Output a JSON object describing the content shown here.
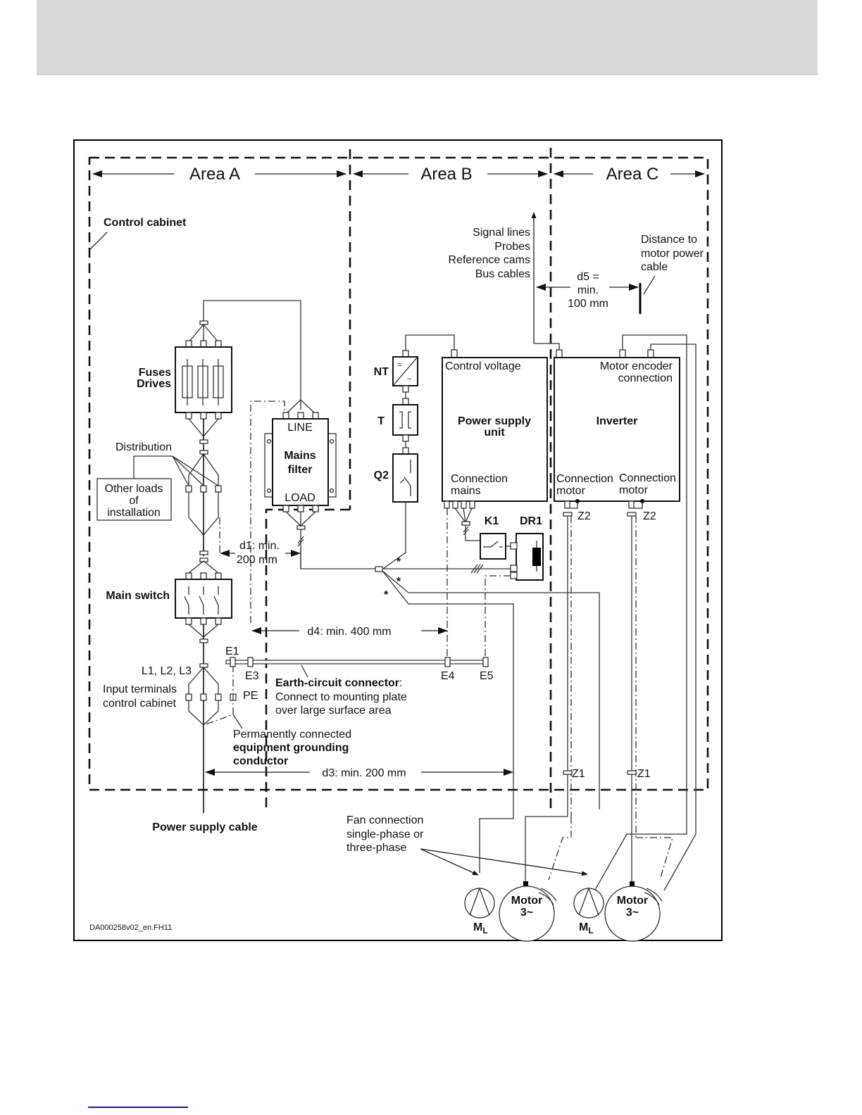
{
  "figure_id": "DA000258v02_en.FH11",
  "areas": {
    "a": "Area A",
    "b": "Area B",
    "c": "Area C"
  },
  "labels": {
    "control_cabinet": "Control cabinet",
    "signal_lines": [
      "Signal lines",
      "Probes",
      "Reference cams",
      "Bus cables"
    ],
    "distance_note": [
      "Distance to",
      "motor power",
      "cable"
    ],
    "d5": [
      "d5 =",
      "min.",
      "100 mm"
    ],
    "fuses": [
      "Fuses",
      "Drives"
    ],
    "distribution": "Distribution",
    "other_loads": [
      "Other loads",
      "of",
      "installation"
    ],
    "mains_filter": [
      "Mains",
      "filter"
    ],
    "line": "LINE",
    "load": "LOAD",
    "nt": "NT",
    "t": "T",
    "q2": "Q2",
    "control_voltage": "Control voltage",
    "power_supply_unit": [
      "Power supply",
      "unit"
    ],
    "connection_mains": [
      "Connection",
      "mains"
    ],
    "inverter": "Inverter",
    "motor_encoder": [
      "Motor encoder",
      "connection"
    ],
    "connection_motor": [
      "Connection",
      "motor"
    ],
    "k1": "K1",
    "dr1": "DR1",
    "z1": "Z1",
    "z2": "Z2",
    "d1": [
      "d1:  min.",
      "200 mm"
    ],
    "main_switch": "Main switch",
    "d4": "d4: min. 400 mm",
    "e1": "E1",
    "e3": "E3",
    "e4": "E4",
    "e5": "E5",
    "pe": "PE",
    "l123": "L1, L2, L3",
    "input_terminals": [
      "Input terminals",
      "control cabinet"
    ],
    "earth_connector_bold": "Earth-circuit connector",
    "earth_connector_rest": ":",
    "earth_connector_lines": [
      "Connect to mounting plate",
      "over large surface area"
    ],
    "grounding": [
      "Permanently connected",
      "equipment grounding",
      "conductor"
    ],
    "d3": "d3: min. 200 mm",
    "power_supply_cable": "Power supply cable",
    "fan_connection": [
      "Fan connection",
      "single-phase or",
      "three-phase"
    ],
    "motor": [
      "Motor",
      "3~"
    ],
    "ml": "M",
    "ml_sub": "L",
    "asterisk": "*"
  }
}
